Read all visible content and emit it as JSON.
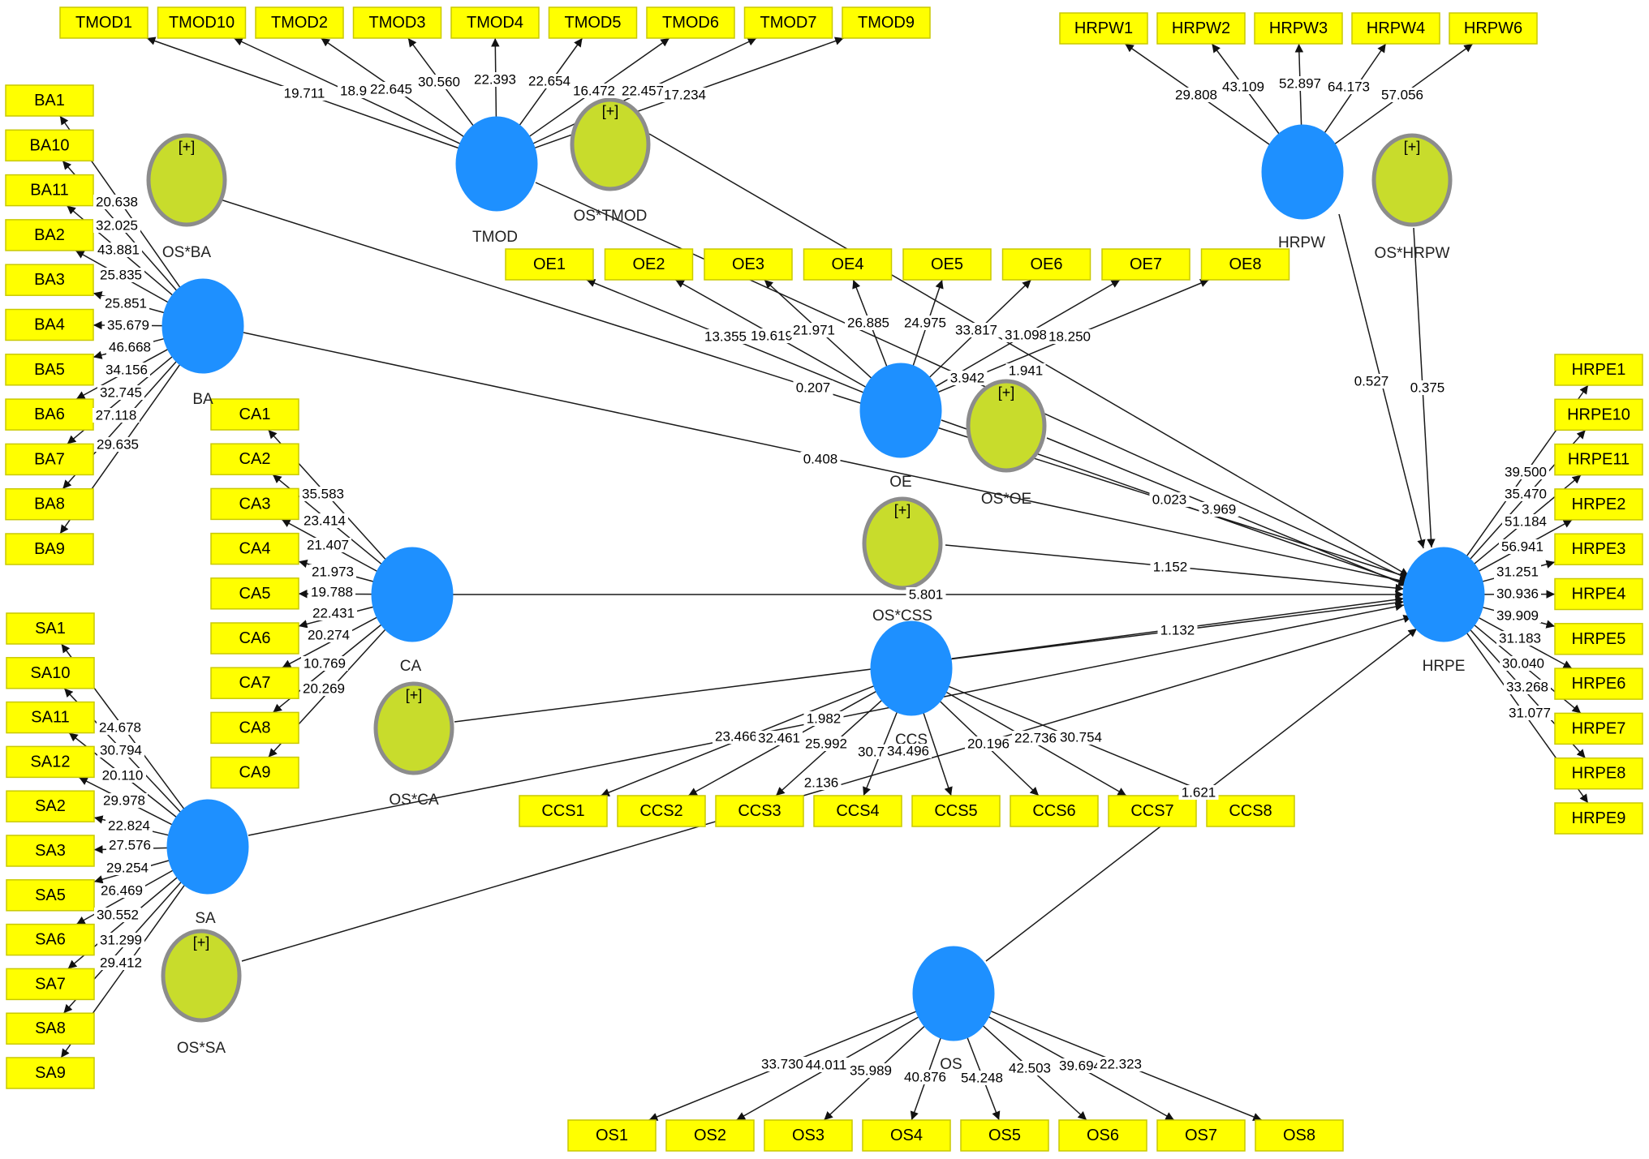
{
  "latent": [
    {
      "id": "TMOD",
      "label": "TMOD"
    },
    {
      "id": "HRPW",
      "label": "HRPW"
    },
    {
      "id": "BA",
      "label": "BA"
    },
    {
      "id": "OE",
      "label": "OE"
    },
    {
      "id": "CA",
      "label": "CA"
    },
    {
      "id": "CCS",
      "label": "CCS"
    },
    {
      "id": "SA",
      "label": "SA"
    },
    {
      "id": "OS",
      "label": "OS"
    },
    {
      "id": "HRPE",
      "label": "HRPE"
    }
  ],
  "moderators": [
    {
      "id": "OS_TMOD",
      "label": "OS*TMOD",
      "marker": "[+]"
    },
    {
      "id": "OS_BA",
      "label": "OS*BA",
      "marker": "[+]"
    },
    {
      "id": "OS_HRPW",
      "label": "OS*HRPW",
      "marker": "[+]"
    },
    {
      "id": "OS_OE",
      "label": "OS*OE",
      "marker": "[+]"
    },
    {
      "id": "OS_CSS",
      "label": "OS*CSS",
      "marker": "[+]"
    },
    {
      "id": "OS_CA",
      "label": "OS*CA",
      "marker": "[+]"
    },
    {
      "id": "OS_SA",
      "label": "OS*SA",
      "marker": "[+]"
    }
  ],
  "indicator_groups": [
    {
      "construct": "TMOD",
      "items": [
        "TMOD1",
        "TMOD10",
        "TMOD2",
        "TMOD3",
        "TMOD4",
        "TMOD5",
        "TMOD6",
        "TMOD7",
        "TMOD9"
      ],
      "loadings": [
        "19.711",
        "18.929",
        "22.645",
        "30.560",
        "22.393",
        "22.654",
        "16.472",
        "22.457",
        "17.234"
      ]
    },
    {
      "construct": "HRPW",
      "items": [
        "HRPW1",
        "HRPW2",
        "HRPW3",
        "HRPW4",
        "HRPW6"
      ],
      "loadings": [
        "29.808",
        "43.109",
        "52.897",
        "64.173",
        "57.056"
      ]
    },
    {
      "construct": "BA",
      "items": [
        "BA1",
        "BA10",
        "BA11",
        "BA2",
        "BA3",
        "BA4",
        "BA5",
        "BA6",
        "BA7",
        "BA8",
        "BA9"
      ],
      "loadings": [
        "20.638",
        "32.025",
        "43.881",
        "25.835",
        "25.851",
        "35.679",
        "46.668",
        "34.156",
        "32.745",
        "27.118",
        "29.635"
      ]
    },
    {
      "construct": "OE",
      "items": [
        "OE1",
        "OE2",
        "OE3",
        "OE4",
        "OE5",
        "OE6",
        "OE7",
        "OE8"
      ],
      "loadings": [
        "13.355",
        "19.619",
        "21.971",
        "26.885",
        "24.975",
        "33.817",
        "31.098",
        "18.250"
      ]
    },
    {
      "construct": "CA",
      "items": [
        "CA1",
        "CA2",
        "CA3",
        "CA4",
        "CA5",
        "CA6",
        "CA7",
        "CA8",
        "CA9"
      ],
      "loadings": [
        "35.583",
        "23.414",
        "21.407",
        "21.973",
        "19.788",
        "22.431",
        "20.274",
        "10.769",
        "20.269"
      ]
    },
    {
      "construct": "SA",
      "items": [
        "SA1",
        "SA10",
        "SA11",
        "SA12",
        "SA2",
        "SA3",
        "SA5",
        "SA6",
        "SA7",
        "SA8",
        "SA9"
      ],
      "loadings": [
        "24.678",
        "30.794",
        "20.110",
        "29.978",
        "22.824",
        "27.576",
        "29.254",
        "26.469",
        "30.552",
        "31.299",
        "29.412"
      ]
    },
    {
      "construct": "CCS",
      "items": [
        "CCS1",
        "CCS2",
        "CCS3",
        "CCS4",
        "CCS5",
        "CCS6",
        "CCS7",
        "CCS8"
      ],
      "loadings": [
        "23.466",
        "32.461",
        "25.992",
        "30.719",
        "34.496",
        "20.196",
        "22.736",
        "30.754"
      ]
    },
    {
      "construct": "OS",
      "items": [
        "OS1",
        "OS2",
        "OS3",
        "OS4",
        "OS5",
        "OS6",
        "OS7",
        "OS8"
      ],
      "loadings": [
        "33.730",
        "44.011",
        "35.989",
        "40.876",
        "54.248",
        "42.503",
        "39.694",
        "22.323"
      ]
    },
    {
      "construct": "HRPE",
      "items": [
        "HRPE1",
        "HRPE10",
        "HRPE11",
        "HRPE2",
        "HRPE3",
        "HRPE4",
        "HRPE5",
        "HRPE6",
        "HRPE7",
        "HRPE8",
        "HRPE9"
      ],
      "loadings": [
        "39.500",
        "35.470",
        "51.184",
        "56.941",
        "31.251",
        "30.936",
        "39.909",
        "31.183",
        "30.040",
        "33.268",
        "31.077"
      ]
    }
  ],
  "paths": [
    {
      "from": "OS_BA",
      "to": "HRPE",
      "value": "0.207"
    },
    {
      "from": "BA",
      "to": "HRPE",
      "value": "0.408"
    },
    {
      "from": "OS_TMOD",
      "to": "HRPE",
      "value": "1.941"
    },
    {
      "from": "TMOD",
      "to": "HRPE",
      "value": "3.942"
    },
    {
      "from": "HRPW",
      "to": "HRPE",
      "value": "0.527"
    },
    {
      "from": "OS_HRPW",
      "to": "HRPE",
      "value": "0.375"
    },
    {
      "from": "OE",
      "to": "HRPE",
      "value": "0.023"
    },
    {
      "from": "OS_OE",
      "to": "HRPE",
      "value": "3.969"
    },
    {
      "from": "OS_CSS",
      "to": "HRPE",
      "value": "1.152"
    },
    {
      "from": "CA",
      "to": "HRPE",
      "value": "5.801"
    },
    {
      "from": "CCS",
      "to": "HRPE",
      "value": "1.132"
    },
    {
      "from": "OS_CA",
      "to": "HRPE",
      "value": "1.982"
    },
    {
      "from": "SA",
      "to": "HRPE",
      "value": "2.136"
    },
    {
      "from": "OS",
      "to": "HRPE",
      "value": "1.621"
    },
    {
      "from": "OS_SA",
      "to": "HRPE",
      "value": ""
    }
  ]
}
